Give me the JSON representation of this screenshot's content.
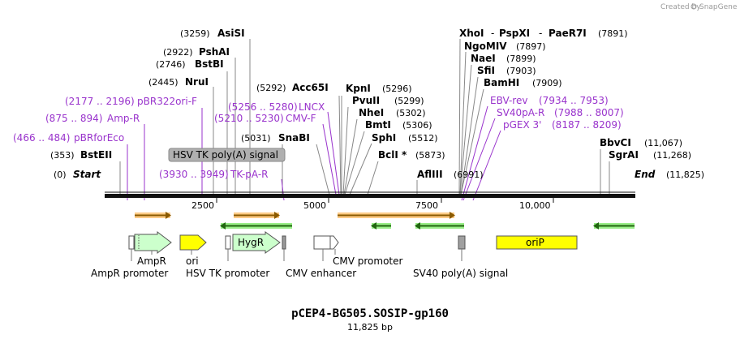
{
  "credit": "Created by",
  "brand": "SnapGene",
  "title": "pCEP4-BG505.SOSIP-gp160",
  "length": "11,825 bp",
  "start_label": "Start",
  "start_pos": "(0)",
  "end_label": "End",
  "end_pos": "(11,825)",
  "ticks": [
    "2500",
    "5000",
    "7500",
    "10,000"
  ],
  "sites": [
    {
      "pos": "(3259)",
      "name": "AsiSI"
    },
    {
      "pos": "(2922)",
      "name": "PshAI"
    },
    {
      "pos": "(2746)",
      "name": "BstBI"
    },
    {
      "pos": "(2445)",
      "name": "NruI"
    },
    {
      "pos": "(353)",
      "name": "BstEII"
    },
    {
      "pos": "(5031)",
      "name": "SnaBI"
    },
    {
      "pos": "(5292)",
      "name": "Acc65I"
    },
    {
      "name": "KpnI",
      "pos": "(5296)"
    },
    {
      "name": "PvuII",
      "pos": "(5299)"
    },
    {
      "name": "NheI",
      "pos": "(5302)"
    },
    {
      "name": "BmtI",
      "pos": "(5306)"
    },
    {
      "name": "SphI",
      "pos": "(5512)"
    },
    {
      "name": "BclI *",
      "pos": "(5873)"
    },
    {
      "name": "AflIII",
      "pos": "(6991)"
    },
    {
      "name": "XhoI",
      "sep1": "-",
      "name2": "PspXI",
      "sep2": "-",
      "name3": "PaeR7I",
      "pos": "(7891)"
    },
    {
      "name": "NgoMIV",
      "pos": "(7897)"
    },
    {
      "name": "NaeI",
      "pos": "(7899)"
    },
    {
      "name": "SfiI",
      "pos": "(7903)"
    },
    {
      "name": "BamHI",
      "pos": "(7909)"
    },
    {
      "name": "BbvCI",
      "pos": "(11,067)"
    },
    {
      "name": "SgrAI",
      "pos": "(11,268)"
    }
  ],
  "primers": [
    {
      "range": "(2177 .. 2196)",
      "name": "pBR322ori-F"
    },
    {
      "range": "(875 .. 894)",
      "name": "Amp-R"
    },
    {
      "range": "(466 .. 484)",
      "name": "pBRforEco"
    },
    {
      "range": "(5256 .. 5280)",
      "name": "LNCX"
    },
    {
      "range": "(5210 .. 5230)",
      "name": "CMV-F"
    },
    {
      "range": "(3930 .. 3949)",
      "name": "TK-pA-R"
    },
    {
      "name": "EBV-rev",
      "range": "(7934 .. 7953)"
    },
    {
      "name": "SV40pA-R",
      "range": "(7988 .. 8007)"
    },
    {
      "name": "pGEX 3'",
      "range": "(8187 .. 8209)"
    }
  ],
  "features": {
    "hsv_polya": "HSV TK poly(A) signal",
    "hygr": "HygR",
    "orip": "oriP",
    "ampr": "AmpR",
    "ori": "ori",
    "cmv_promoter": "CMV promoter",
    "ampr_promoter": "AmpR promoter",
    "hsv_promoter": "HSV TK promoter",
    "cmv_enhancer": "CMV enhancer",
    "sv40_polya": "SV40 poly(A) signal"
  },
  "colors": {
    "purple": "#9933cc",
    "green_arrow": "#44bb22",
    "orange_arrow": "#cc7711",
    "hygr_fill": "#ccffcc",
    "ori_fill": "#ffff00",
    "grey": "#b0b0b0"
  }
}
